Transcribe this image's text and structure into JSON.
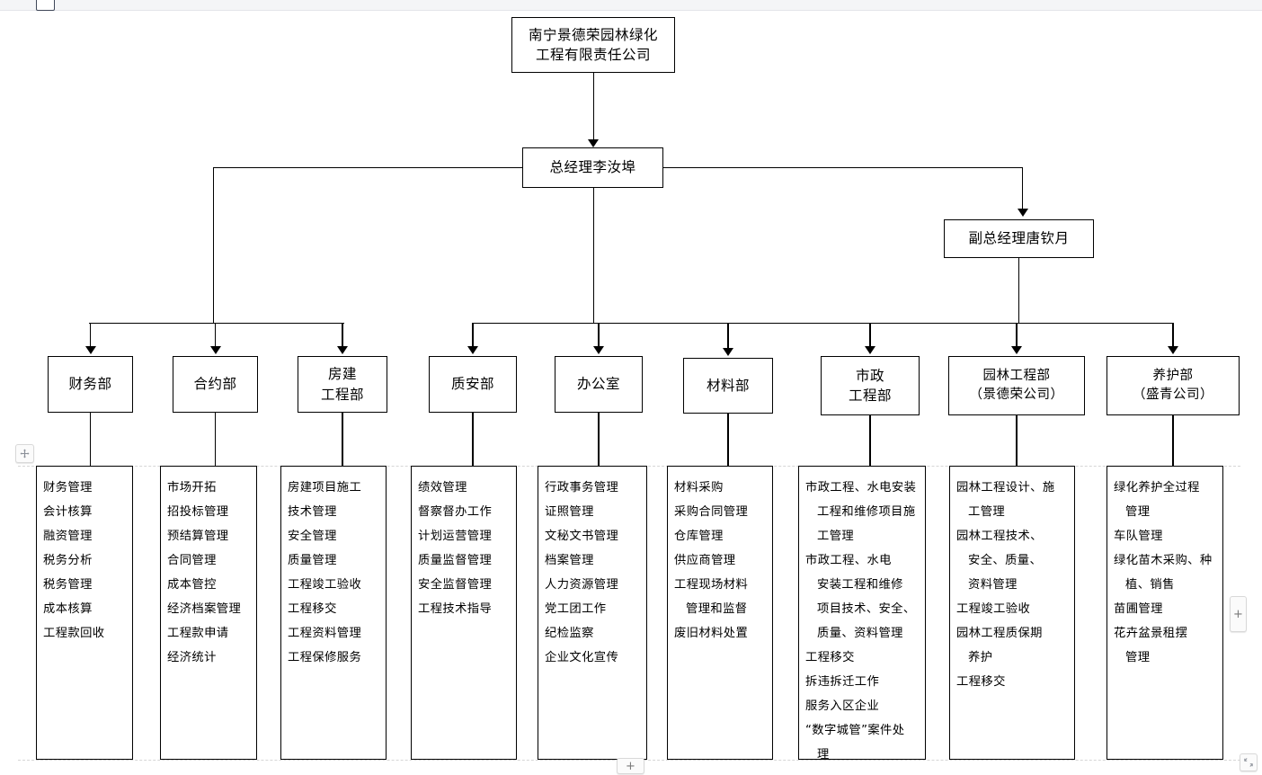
{
  "chrome": {
    "tab_icon": "page-tab-icon",
    "move_handle_icon": "move-handle-icon",
    "add_column_icon": "plus-icon",
    "add_row_icon": "plus-icon",
    "resize_icon": "resize-corner-icon",
    "add_column_label": "+",
    "add_row_label": "+"
  },
  "org": {
    "company": "南宁景德荣园林绿化\n工程有限责任公司",
    "general_manager": "总经理李汝埠",
    "deputy_general_manager": "副总经理唐钦月"
  },
  "departments": [
    {
      "name": "财务部",
      "items": [
        "财务管理",
        "会计核算",
        "融资管理",
        "税务分析",
        "税务管理",
        "成本核算",
        "工程款回收"
      ]
    },
    {
      "name": "合约部",
      "items": [
        "市场开拓",
        "招投标管理",
        "预结算管理",
        "合同管理",
        "成本管控",
        "经济档案管理",
        "工程款申请",
        "经济统计"
      ]
    },
    {
      "name": "房建\n工程部",
      "items": [
        "房建项目施工",
        "技术管理",
        "安全管理",
        "质量管理",
        "工程竣工验收",
        "工程移交",
        "工程资料管理",
        "工程保修服务"
      ]
    },
    {
      "name": "质安部",
      "items": [
        "绩效管理",
        "督察督办工作",
        "计划运营管理",
        "质量监督管理",
        "安全监督管理",
        "工程技术指导"
      ]
    },
    {
      "name": "办公室",
      "items": [
        "行政事务管理",
        "证照管理",
        "文秘文书管理",
        "档案管理",
        "人力资源管理",
        "党工团工作",
        "纪检监察",
        "企业文化宣传"
      ]
    },
    {
      "name": "材料部",
      "items": [
        "材料采购",
        "采购合同管理",
        "仓库管理",
        "供应商管理",
        "工程现场材料\n管理和监督",
        "废旧材料处置"
      ]
    },
    {
      "name": "市政\n工程部",
      "items": [
        "市政工程、水电安装\n工程和维修项目施\n工管理",
        "市政工程、水电\n安装工程和维修\n项目技术、安全、\n质量、资料管理",
        "工程移交",
        "拆违拆迁工作",
        "服务入区企业",
        "“数字城管”案件处\n理"
      ]
    },
    {
      "name": "园林工程部\n（景德荣公司）",
      "items": [
        "园林工程设计、施\n工管理",
        "园林工程技术、\n安全、质量、\n资料管理",
        "工程竣工验收",
        "园林工程质保期\n养护",
        "工程移交"
      ]
    },
    {
      "name": "养护部\n（盛青公司）",
      "items": [
        "绿化养护全过程\n管理",
        "车队管理",
        "绿化苗木采购、种\n植、销售",
        "苗圃管理",
        "花卉盆景租摆\n管理"
      ]
    }
  ],
  "bullet_glyph": "●"
}
